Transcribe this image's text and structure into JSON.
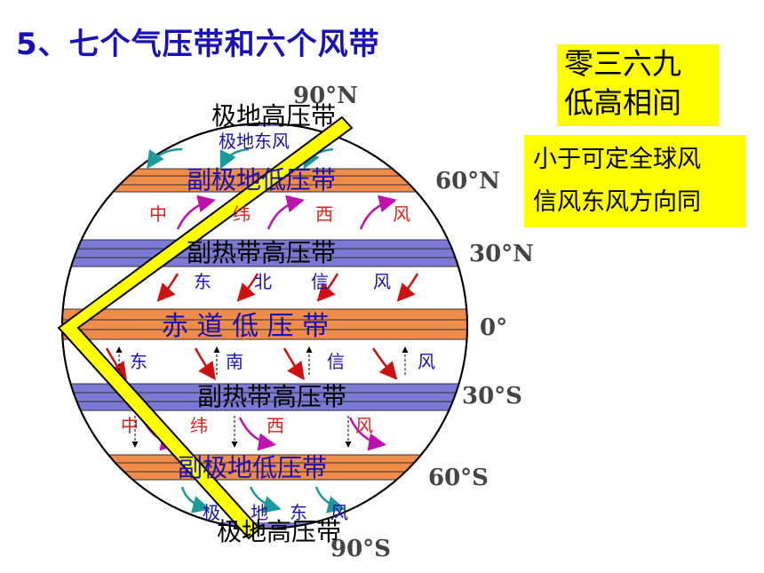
{
  "title": "5、七个气压带和六个风带",
  "note_top": {
    "line1": "零三六九",
    "line2": "低高相间"
  },
  "note_bottom": {
    "line1": "小于可定全球风",
    "line2": "信风东风方向同"
  },
  "latitudes": {
    "n90": "90°N",
    "n60": "60°N",
    "n30": "30°N",
    "eq": "0°",
    "s30": "30°S",
    "s60": "60°S",
    "s90": "90°S"
  },
  "pressure_belts": {
    "north_polar": "极地高压带",
    "north_subpolar": "副极地低压带",
    "north_subtropical": "副热带高压带",
    "equatorial": "赤 道 低 压 带",
    "south_subtropical": "副热带高压带",
    "south_subpolar": "副极地低压带",
    "south_polar": "极地高压带"
  },
  "wind_belts": {
    "north_polar_easterly": "极地东风",
    "north_westerly": [
      "中",
      "纬",
      "西",
      "风"
    ],
    "north_trade": [
      "东",
      "北",
      "信",
      "风"
    ],
    "south_trade": [
      "东",
      "南",
      "信",
      "风"
    ],
    "south_westerly": [
      "中",
      "纬",
      "西",
      "风"
    ],
    "south_polar_easterly": [
      "极",
      "地",
      "东",
      "风"
    ]
  },
  "colors": {
    "title": "#1a10b8",
    "low_band": "#f08c4a",
    "high_band": "#7a7ad6",
    "westerly_text": "#e0201a",
    "trade_text": "#1a10b8",
    "note_bg": "#ffff00",
    "chevron": "#ffff00"
  }
}
